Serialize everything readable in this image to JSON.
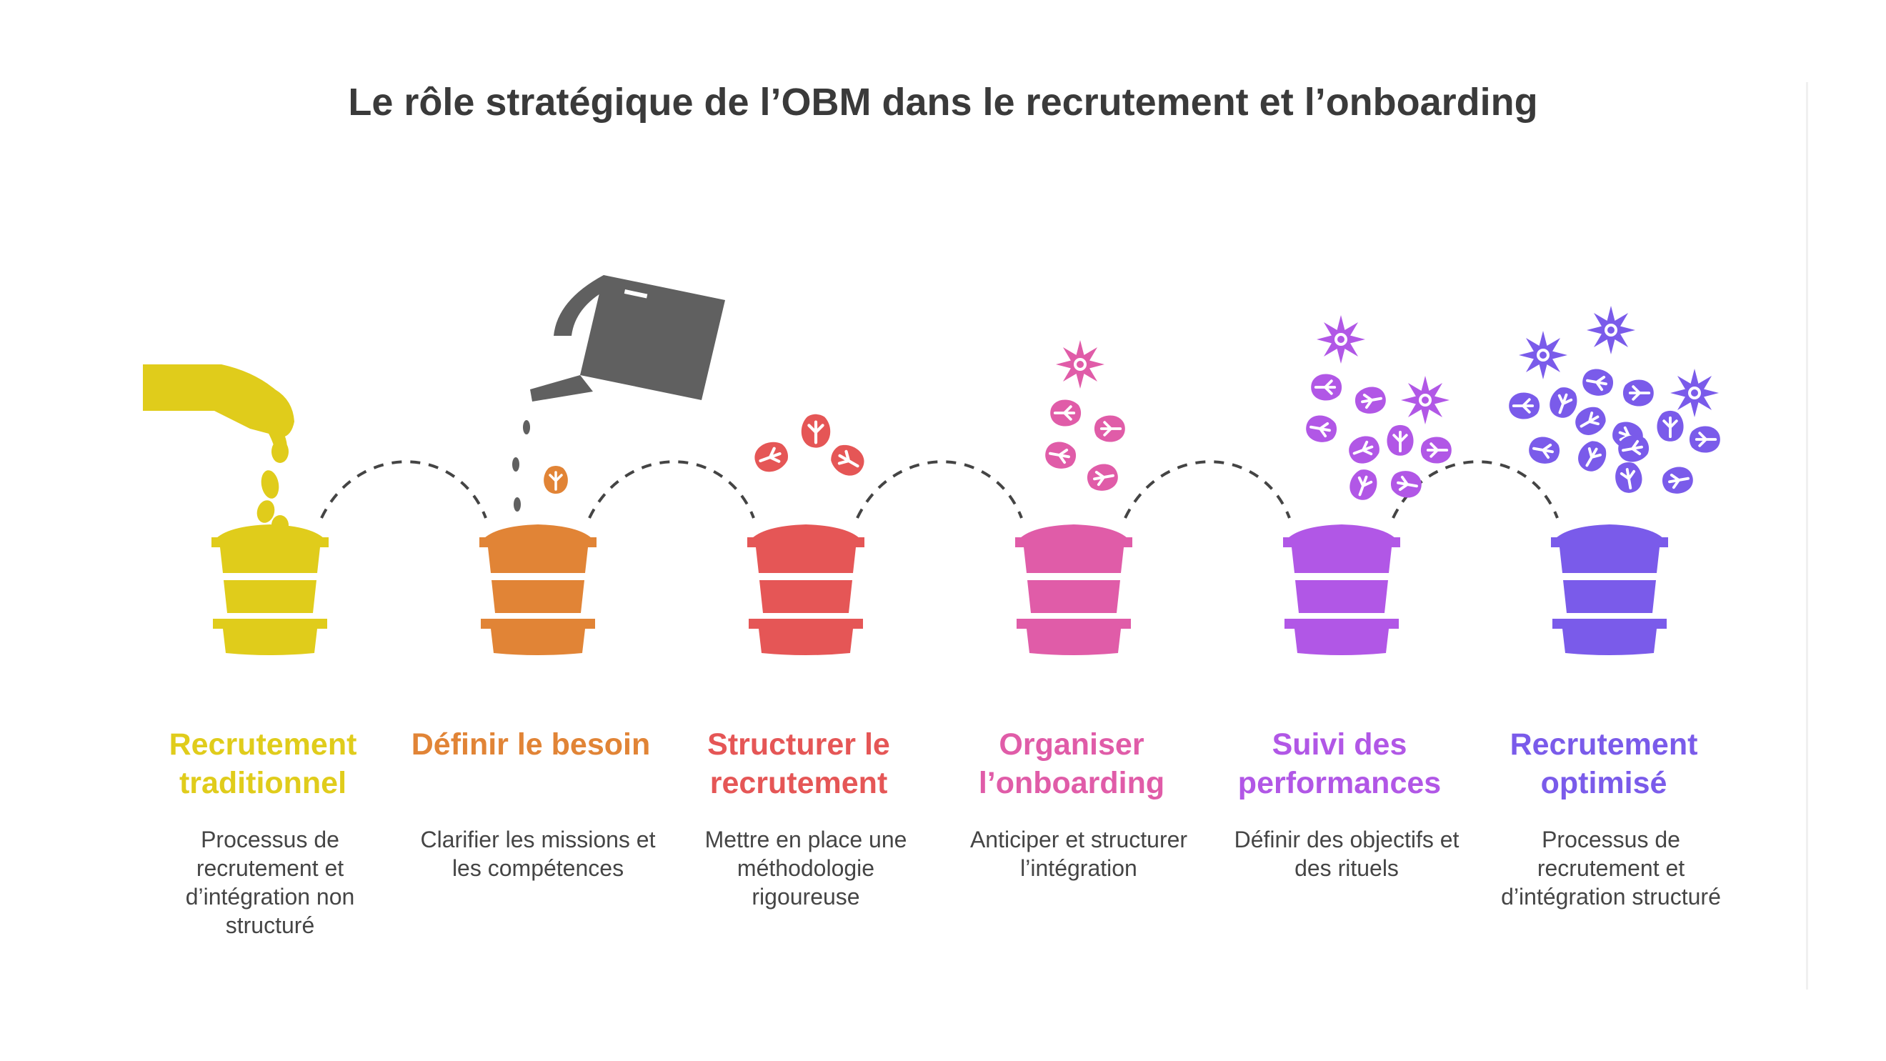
{
  "title": "Le rôle stratégique de l’OBM dans le recrutement et l’onboarding",
  "steps": [
    {
      "title": "Recrutement traditionnel",
      "description": "Processus de recrutement et d’intégration non structuré",
      "color": "#E0CC1B"
    },
    {
      "title": "Définir le besoin",
      "description": "Clarifier les missions et les compétences",
      "color": "#E18436"
    },
    {
      "title": "Structurer le recrutement",
      "description": "Mettre en place une méthodologie rigoureuse",
      "color": "#E55656"
    },
    {
      "title": "Organiser l’onboarding",
      "description": "Anticiper et structurer l’intégration",
      "color": "#E05CA8"
    },
    {
      "title": "Suivi des performances",
      "description": "Définir des objectifs et des rituels",
      "color": "#B157E6"
    },
    {
      "title": "Recrutement optimisé",
      "description": "Processus de recrutement et d’intégration structuré",
      "color": "#7A5BEA"
    }
  ],
  "decorations": {
    "hand_icon_color": "#E0CC1B",
    "watering_can_color": "#606060",
    "connector_color": "#444444"
  }
}
